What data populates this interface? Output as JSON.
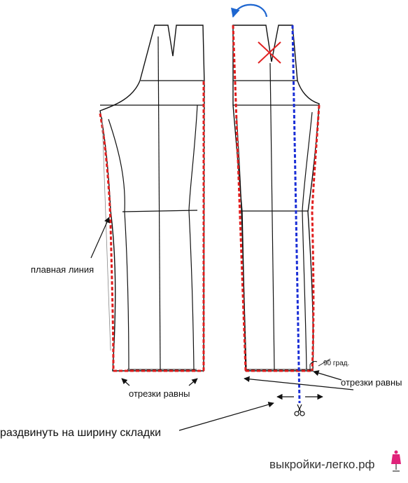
{
  "labels": {
    "smooth_line": "плавная линия",
    "segments_equal_left": "отрезки равны",
    "segments_equal_right": "отрезки равны",
    "angle": "90 град.",
    "spread_instruction": "раздвинуть на ширину складки"
  },
  "watermark": "выкройки-легко.рф",
  "colors": {
    "outline": "#111111",
    "guide_red": "#e11d1d",
    "guide_blue": "#1b2fd6",
    "arrow_blue": "#1e66d0",
    "cross_red": "#e02020",
    "logo_pink": "#e0237a"
  },
  "icons": [
    "scissors-icon",
    "rotate-arrow-icon",
    "dress-form-icon"
  ]
}
